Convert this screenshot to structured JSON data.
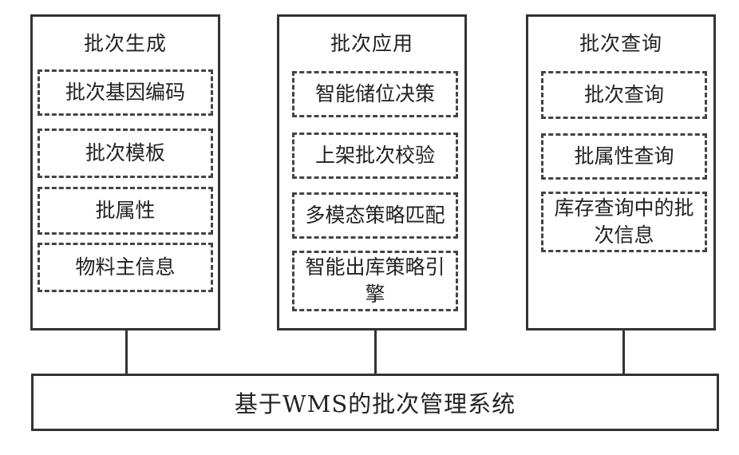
{
  "modules": [
    {
      "title": "批次生成",
      "items": [
        "批次基因编码",
        "批次模板",
        "批属性",
        "物料主信息"
      ]
    },
    {
      "title": "批次应用",
      "items": [
        "智能储位决策",
        "上架批次校验",
        "多模态策略匹配",
        "智能出库策略引擎"
      ]
    },
    {
      "title": "批次查询",
      "items": [
        "批次查询",
        "批属性查询",
        "库存查询中的批次信息"
      ]
    }
  ],
  "system": {
    "label": "基于WMS的批次管理系统"
  }
}
